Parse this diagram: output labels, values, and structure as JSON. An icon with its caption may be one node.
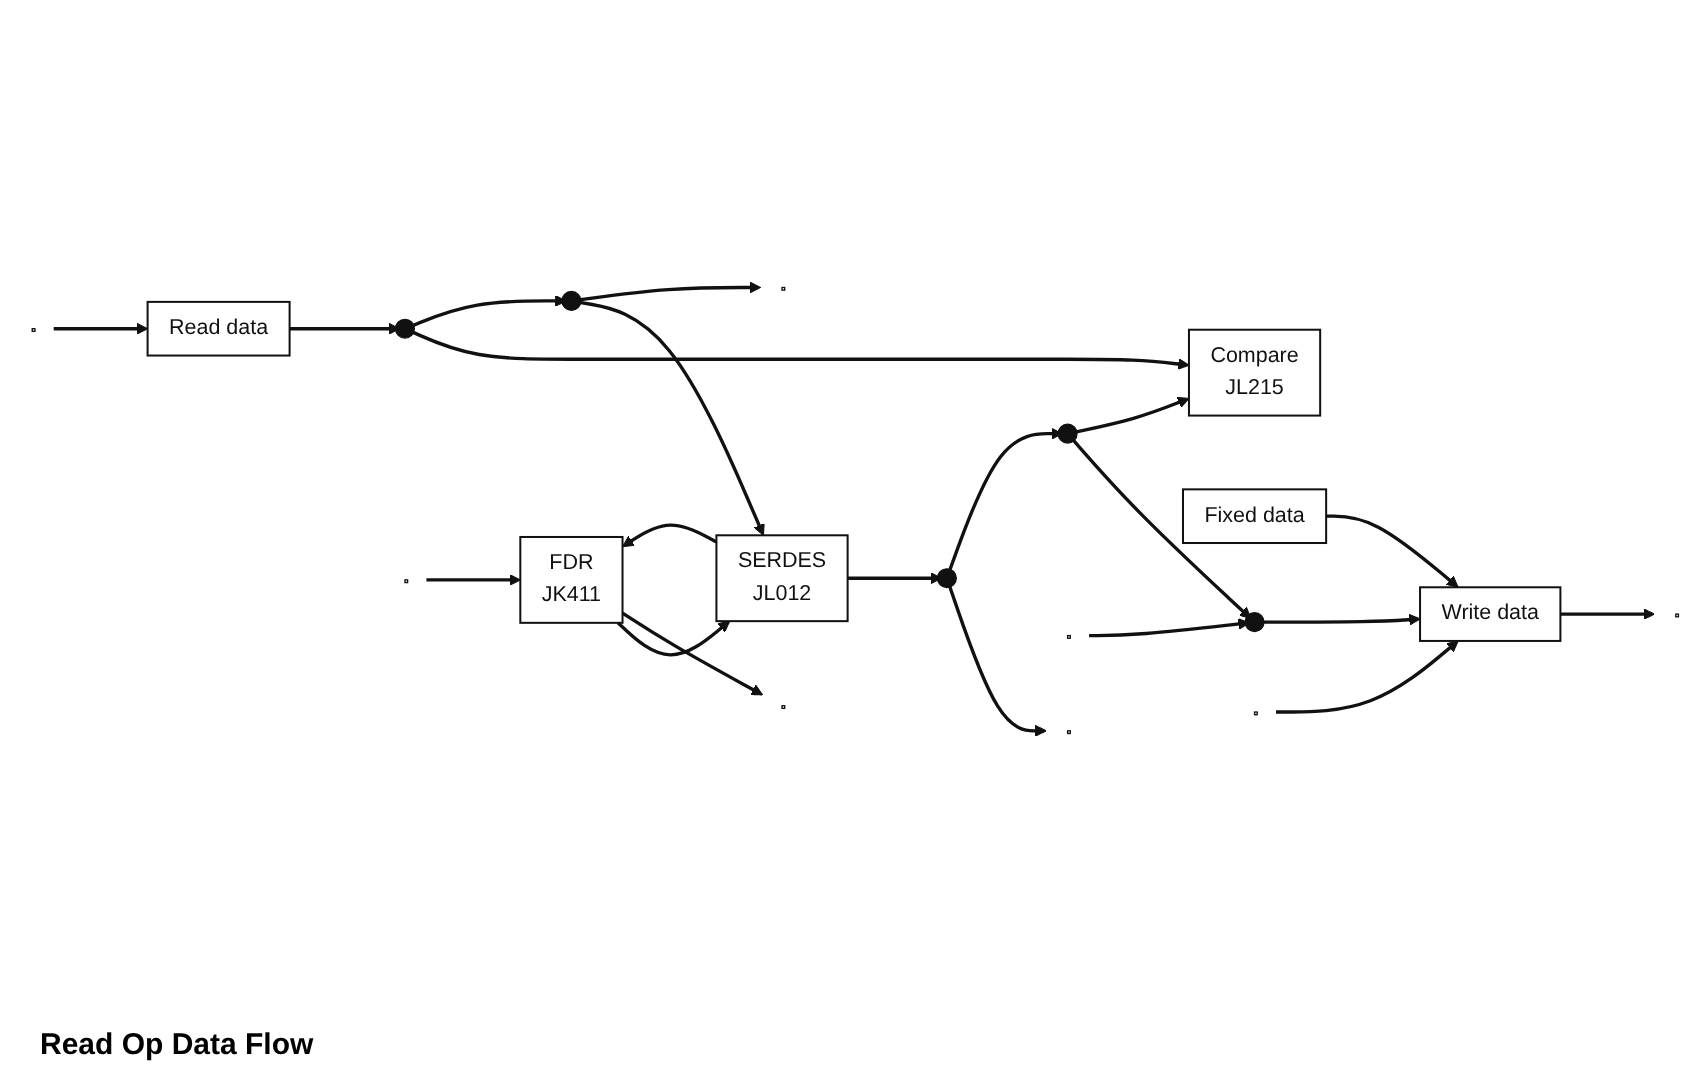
{
  "diagram": {
    "caption": "Read Op Data Flow",
    "nodes": [
      {
        "text": [
          "FDR",
          "JK411"
        ]
      },
      {
        "text": [
          "SERDES",
          "JL012"
        ]
      },
      {
        "text": [],
        "shape": "circle"
      },
      {
        "text": [],
        "shape": "circle"
      },
      {
        "text": [],
        "shape": "circle"
      },
      {
        "text": [
          "Fixed data"
        ]
      },
      {
        "text": [
          "Write data"
        ]
      },
      {
        "text": [
          "Compare",
          "JL215"
        ]
      },
      {
        "text": [
          "Read data"
        ]
      },
      {
        "text": [],
        "shape": "circle"
      },
      {
        "text": [],
        "shape": "circle"
      }
    ],
    "edges": [
      {
        "from": null,
        "to": 0,
        "arrow": "to"
      },
      {
        "from": 0,
        "to": 1,
        "arrow": "to"
      },
      {
        "from": 1,
        "to": 0,
        "arrow": "to"
      },
      {
        "from": 0,
        "to": null,
        "arrow": "to"
      },
      {
        "from": 1,
        "to": 2,
        "arrow": "to"
      },
      {
        "from": 2,
        "to": null,
        "arrow": "to"
      },
      {
        "from": 2,
        "to": 3,
        "arrow": "to"
      },
      {
        "from": 3,
        "to": 4,
        "arrow": "to"
      },
      {
        "from": null,
        "to": 4,
        "arrow": "to"
      },
      {
        "from": 4,
        "to": 6,
        "arrow": "to"
      },
      {
        "from": 3,
        "to": 7,
        "arrow": "to"
      },
      {
        "from": 5,
        "to": 6,
        "arrow": "to"
      },
      {
        "from": 6,
        "to": null,
        "arrow": "to"
      },
      {
        "from": null,
        "to": 8,
        "arrow": "to"
      },
      {
        "from": null,
        "to": 6,
        "arrow": "to"
      },
      {
        "from": 8,
        "to": 10,
        "arrow": "to"
      },
      {
        "from": 10,
        "to": 7,
        "arrow": "to"
      },
      {
        "from": 10,
        "to": 9,
        "arrow": "to"
      },
      {
        "from": 9,
        "to": 1,
        "arrow": "to"
      },
      {
        "from": 9,
        "to": null,
        "arrow": "to"
      }
    ]
  }
}
